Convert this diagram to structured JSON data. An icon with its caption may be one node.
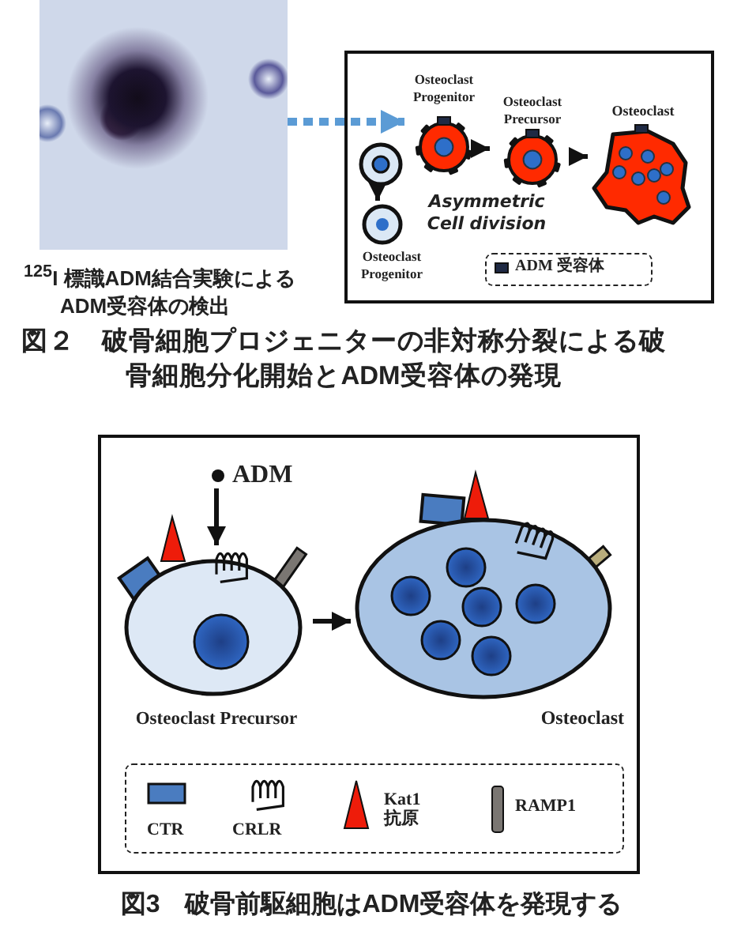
{
  "diagram": {
    "nodes": [
      {
        "text": [],
        "shape": "picture",
        "beside": [
          "$^{125}$I 標識ADM結合実験によるADM受容体の検出"
        ]
      },
      {
        "text": [],
        "shape": "box"
      },
      {
        "text": [
          "Osteoclast Progenitor"
        ],
        "in": 1
      },
      {
        "text": [],
        "shape": "circle",
        "in": 1
      },
      {
        "text": [
          "Osteoclast Progenitor"
        ],
        "in": 1
      },
      {
        "text": [
          "Osteoclast Precursor"
        ],
        "in": 1
      },
      {
        "text": [
          "Osteoclast"
        ],
        "in": 1
      },
      {
        "text": [],
        "shape": "box"
      },
      {
        "text": [
          "Osteoclast Precursor"
        ],
        "in": 7
      },
      {
        "text": [
          "Osteoclast"
        ],
        "in": 7
      },
      {
        "text": [
          "ADM"
        ],
        "in": 7
      },
      {
        "text": [],
        "shape": "picture",
        "in": 8
      }
    ],
    "edges": [
      {
        "from": 0,
        "to": 2,
        "arrow": "to",
        "style": "dashed",
        "color": "#5b9bd5"
      },
      {
        "from": 3,
        "to": 4,
        "arrow": "to"
      },
      {
        "from": 2,
        "to": 5,
        "arrow": "to"
      },
      {
        "from": 5,
        "to": 6,
        "arrow": "to"
      },
      {
        "from": 10,
        "to": 11,
        "arrow": "to"
      },
      {
        "from": 8,
        "to": 9,
        "arrow": "to"
      }
    ],
    "labels": [
      "Asymmetric Cell division",
      "図２　破骨細胞プロジェニターの非対称分裂による破骨細胞分化開始とADM受容体の発現",
      "図3　破骨前駆細胞はADM受容体を発現する"
    ],
    "legend": [
      {
        "text": "ADM 受容体",
        "color": "#1f2a44"
      },
      {
        "text": "CTR"
      },
      {
        "text": "CRLR"
      },
      {
        "text": "Kat1 抗原"
      },
      {
        "text": "RAMP1"
      }
    ]
  }
}
